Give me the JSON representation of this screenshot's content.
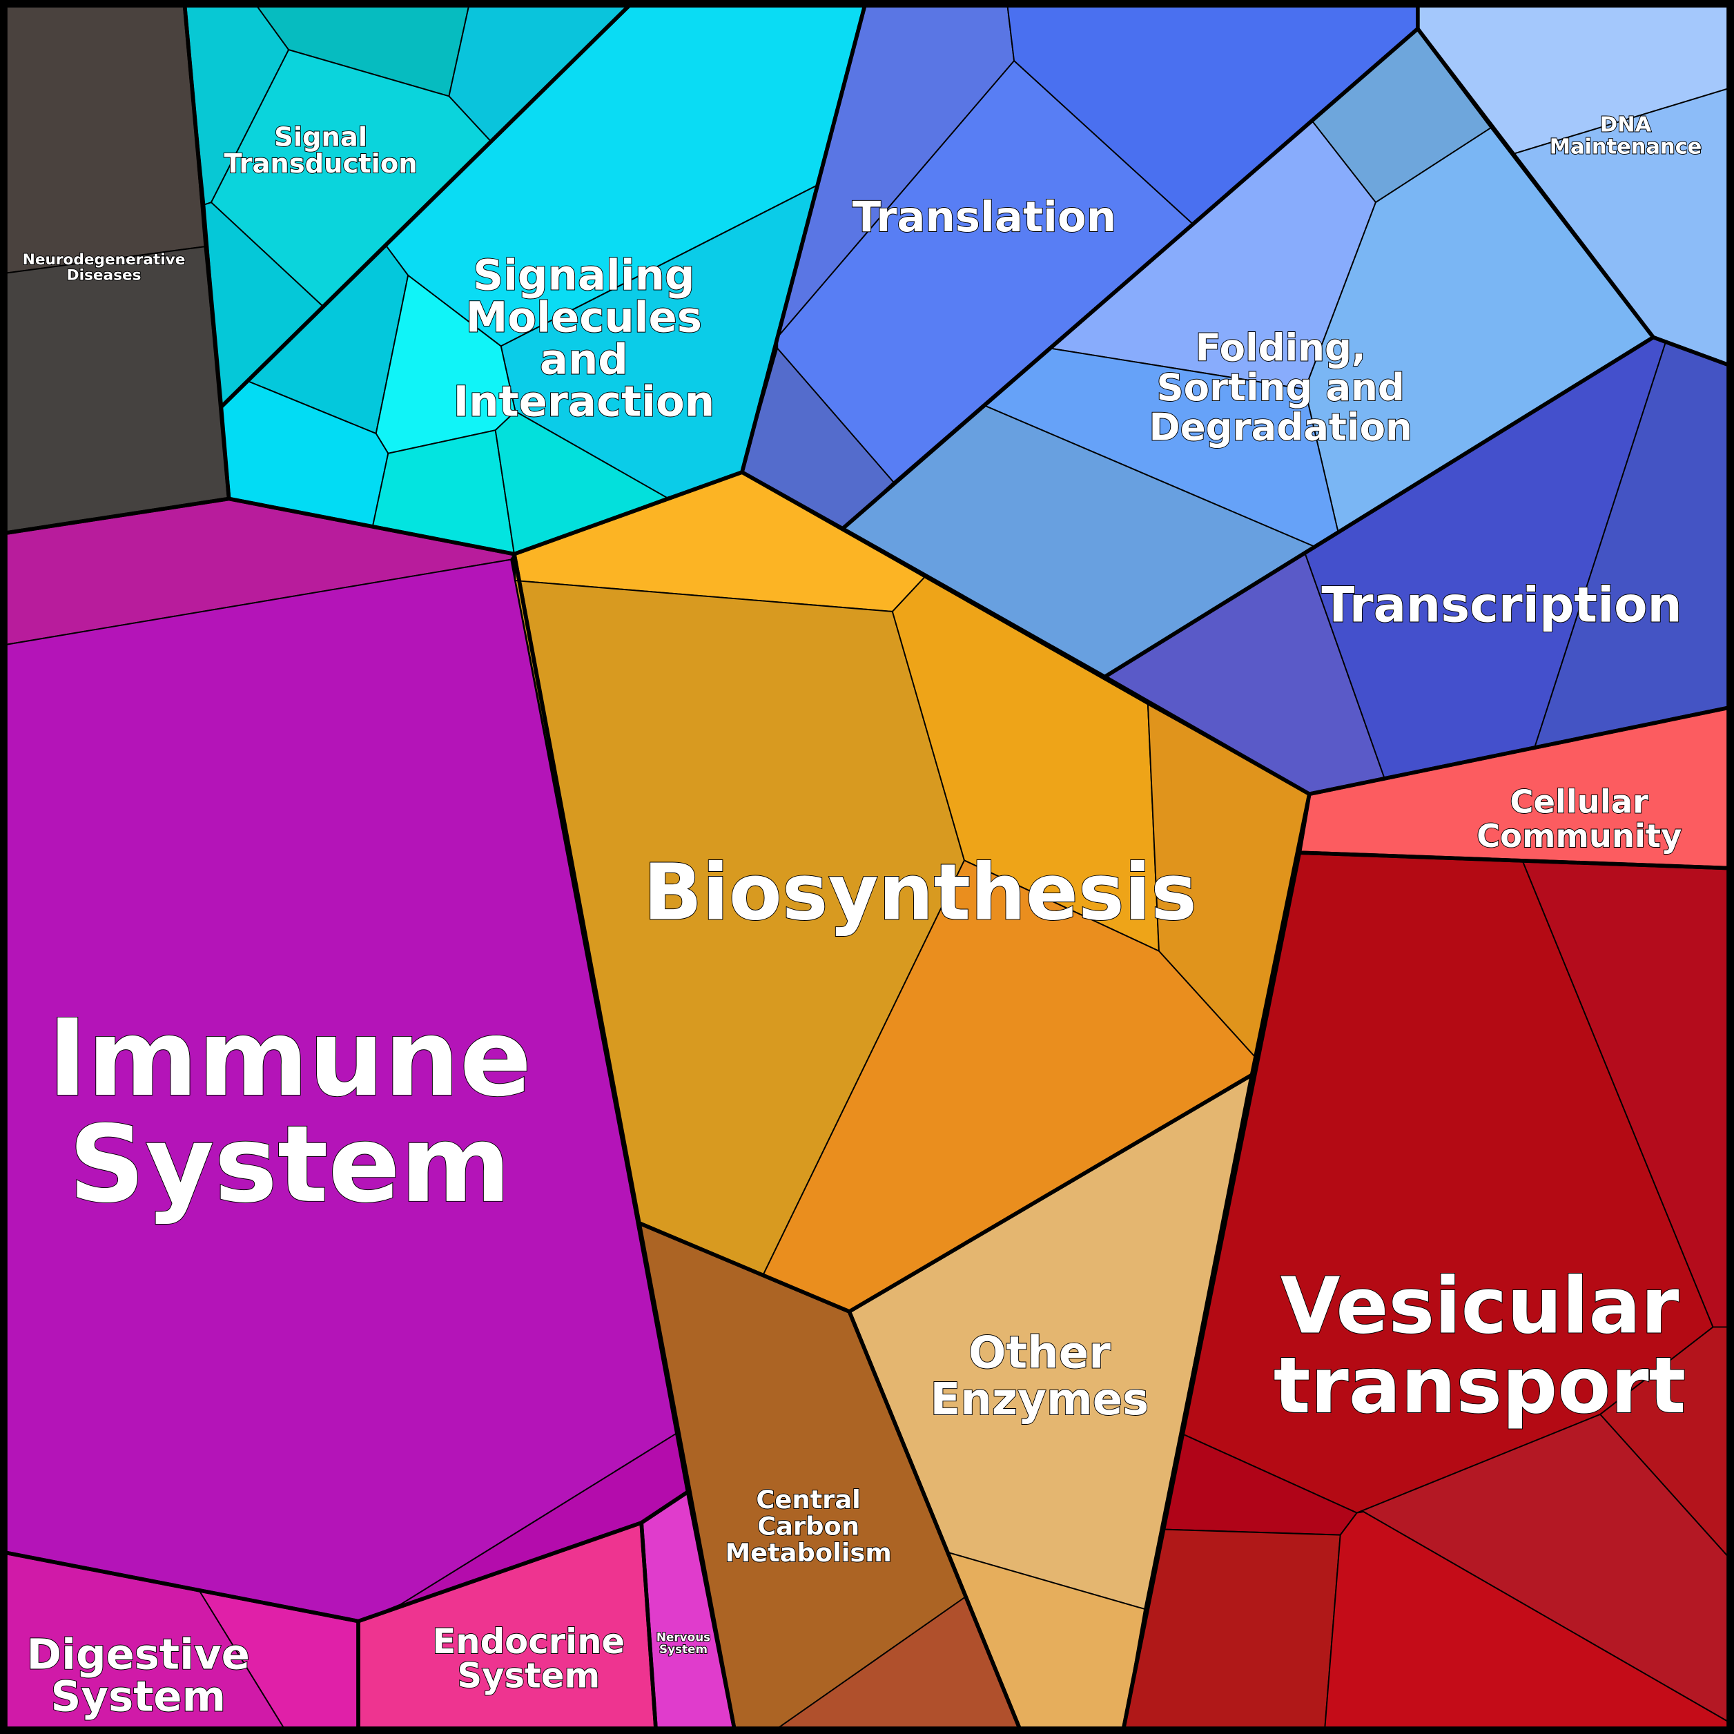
{
  "groups": [
    {
      "id": "neurodegenerative",
      "label": [
        "Neurodegenerative",
        "Diseases"
      ],
      "colors": [
        "#4a423e",
        "#454240"
      ]
    },
    {
      "id": "signal-transduction",
      "label": [
        "Signal",
        "Transduction"
      ],
      "colors": [
        "#08c8d4",
        "#06bcc0",
        "#0ac4dc",
        "#0bd4dc",
        "#05c8d8"
      ]
    },
    {
      "id": "signaling-molecules",
      "label": [
        "Signaling",
        "Molecules",
        "and",
        "Interaction"
      ],
      "colors": [
        "#0adcf4",
        "#0bcce8",
        "#04c8dc",
        "#10f4f8",
        "#02dcf4",
        "#03e4e0",
        "#03e0dc"
      ]
    },
    {
      "id": "translation",
      "label": [
        "Translation"
      ],
      "colors": [
        "#5a76e4",
        "#4a70f0",
        "#587ef4",
        "#546ccc"
      ]
    },
    {
      "id": "folding",
      "label": [
        "Folding,",
        "Sorting and",
        "Degradation"
      ],
      "colors": [
        "#6ea6dc",
        "#88acfc",
        "#7ab6f4",
        "#66a2f8",
        "#68a0e0"
      ]
    },
    {
      "id": "dna-maintenance",
      "label": [
        "DNA",
        "Maintenance"
      ],
      "colors": [
        "#a4c8fc",
        "#8cbcf8"
      ]
    },
    {
      "id": "transcription",
      "label": [
        "Transcription"
      ],
      "colors": [
        "#5a5ac8",
        "#4450cc",
        "#4454c4"
      ]
    },
    {
      "id": "cellular-community",
      "label": [
        "Cellular",
        "Community"
      ],
      "colors": [
        "#fc5c60"
      ]
    },
    {
      "id": "vesicular-transport",
      "label": [
        "Vesicular",
        "transport"
      ],
      "colors": [
        "#b40a14",
        "#b40c1c",
        "#b4141c",
        "#b41824",
        "#b00418",
        "#b01818",
        "#c40c18"
      ]
    },
    {
      "id": "biosynthesis",
      "label": [
        "Biosynthesis"
      ],
      "colors": [
        "#fcb424",
        "#d89a20",
        "#eea418",
        "#e0941c",
        "#ea8e1e"
      ]
    },
    {
      "id": "other-enzymes",
      "label": [
        "Other",
        "Enzymes"
      ],
      "colors": [
        "#e4b670",
        "#e6ae5c"
      ]
    },
    {
      "id": "central-carbon",
      "label": [
        "Central",
        "Carbon",
        "Metabolism"
      ],
      "colors": [
        "#ac6424",
        "#b0502c"
      ]
    },
    {
      "id": "immune-system",
      "label": [
        "Immune",
        "System"
      ],
      "colors": [
        "#b81c9c",
        "#b414b8",
        "#b40cac"
      ]
    },
    {
      "id": "digestive-system",
      "label": [
        "Digestive",
        "System"
      ],
      "colors": [
        "#d01aa8",
        "#e020a8"
      ]
    },
    {
      "id": "endocrine-system",
      "label": [
        "Endocrine",
        "System"
      ],
      "colors": [
        "#ee3490"
      ]
    },
    {
      "id": "nervous-system",
      "label": [
        "Nervous",
        "System"
      ],
      "colors": [
        "#e03ccc"
      ]
    }
  ]
}
